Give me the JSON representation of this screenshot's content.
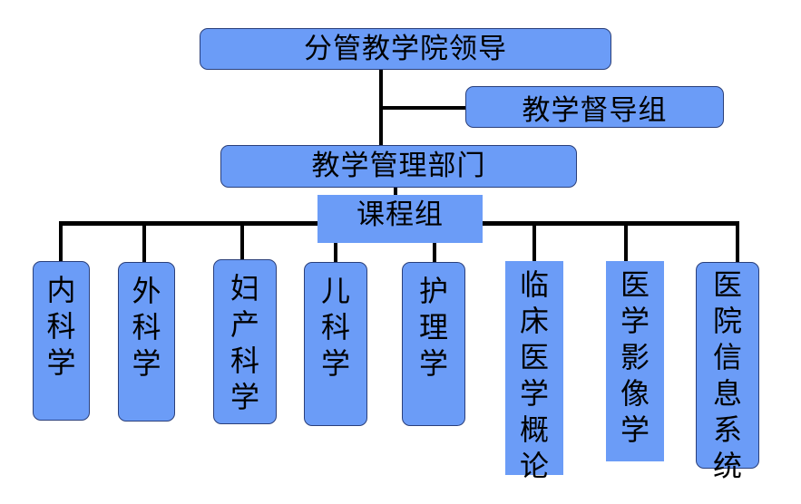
{
  "chart": {
    "leadership": "分管教学院领导",
    "supervision_group": "教学督导组",
    "management_dept": "教学管理部门",
    "course_group": "课程组",
    "courses": [
      "内\n科\n学",
      "外\n科\n学",
      "妇\n产\n科\n学",
      "儿\n科\n学",
      "护\n理\n学",
      "临\n床\n医\n学\n概\n论",
      "医\n学\n影\n像\n学",
      "医\n院\n信\n息\n系\n统"
    ]
  },
  "colors": {
    "box_fill": "#6b9cf7",
    "box_border": "#2a3f7a",
    "connector": "#000000"
  }
}
